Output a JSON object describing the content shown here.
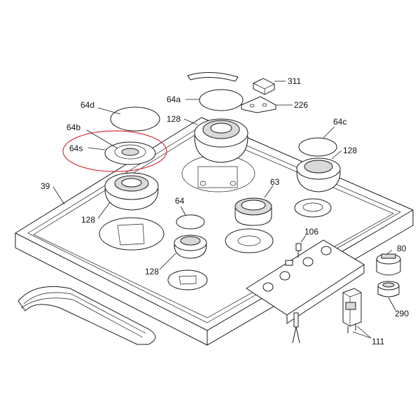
{
  "diagram": {
    "callouts": {
      "c311": "311",
      "c64a": "64a",
      "c226": "226",
      "c64d": "64d",
      "c128_top": "128",
      "c64b": "64b",
      "c64s": "64s",
      "c64c": "64c",
      "c128_right": "128",
      "c39": "39",
      "c63": "63",
      "c64": "64",
      "c128_left": "128",
      "c106": "106",
      "c80": "80",
      "c128_front": "128",
      "c290": "290",
      "c111": "111"
    },
    "highlight_color": "#d9343a"
  }
}
